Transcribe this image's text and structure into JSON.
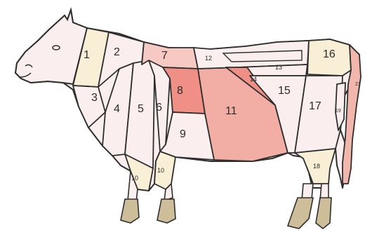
{
  "diagram": {
    "colors": {
      "background": "#ffffff",
      "body": "#fbeeee",
      "cream": "#f9efd7",
      "pink_light": "#f6c9c3",
      "pink_mid": "#f2aea4",
      "pink_dark": "#ef8f85",
      "tail": "#f1b7ac",
      "hoof": "#cdbd99",
      "outline": "#2e2e2e"
    },
    "cuts": [
      {
        "id": "cut-1",
        "label": "1"
      },
      {
        "id": "cut-2",
        "label": "2"
      },
      {
        "id": "cut-3",
        "label": "3"
      },
      {
        "id": "cut-4",
        "label": "4"
      },
      {
        "id": "cut-5",
        "label": "5"
      },
      {
        "id": "cut-6",
        "label": "6"
      },
      {
        "id": "cut-7",
        "label": "7"
      },
      {
        "id": "cut-8",
        "label": "8"
      },
      {
        "id": "cut-9",
        "label": "9"
      },
      {
        "id": "cut-10-front",
        "label": "10"
      },
      {
        "id": "cut-10-mid",
        "label": "10"
      },
      {
        "id": "cut-11",
        "label": "11"
      },
      {
        "id": "cut-12",
        "label": "12"
      },
      {
        "id": "cut-13",
        "label": "13"
      },
      {
        "id": "cut-14",
        "label": "14"
      },
      {
        "id": "cut-15",
        "label": "15"
      },
      {
        "id": "cut-16",
        "label": "16"
      },
      {
        "id": "cut-17",
        "label": "17"
      },
      {
        "id": "cut-18",
        "label": "18"
      },
      {
        "id": "cut-19",
        "label": "19"
      },
      {
        "id": "cut-21",
        "label": "21"
      }
    ]
  }
}
